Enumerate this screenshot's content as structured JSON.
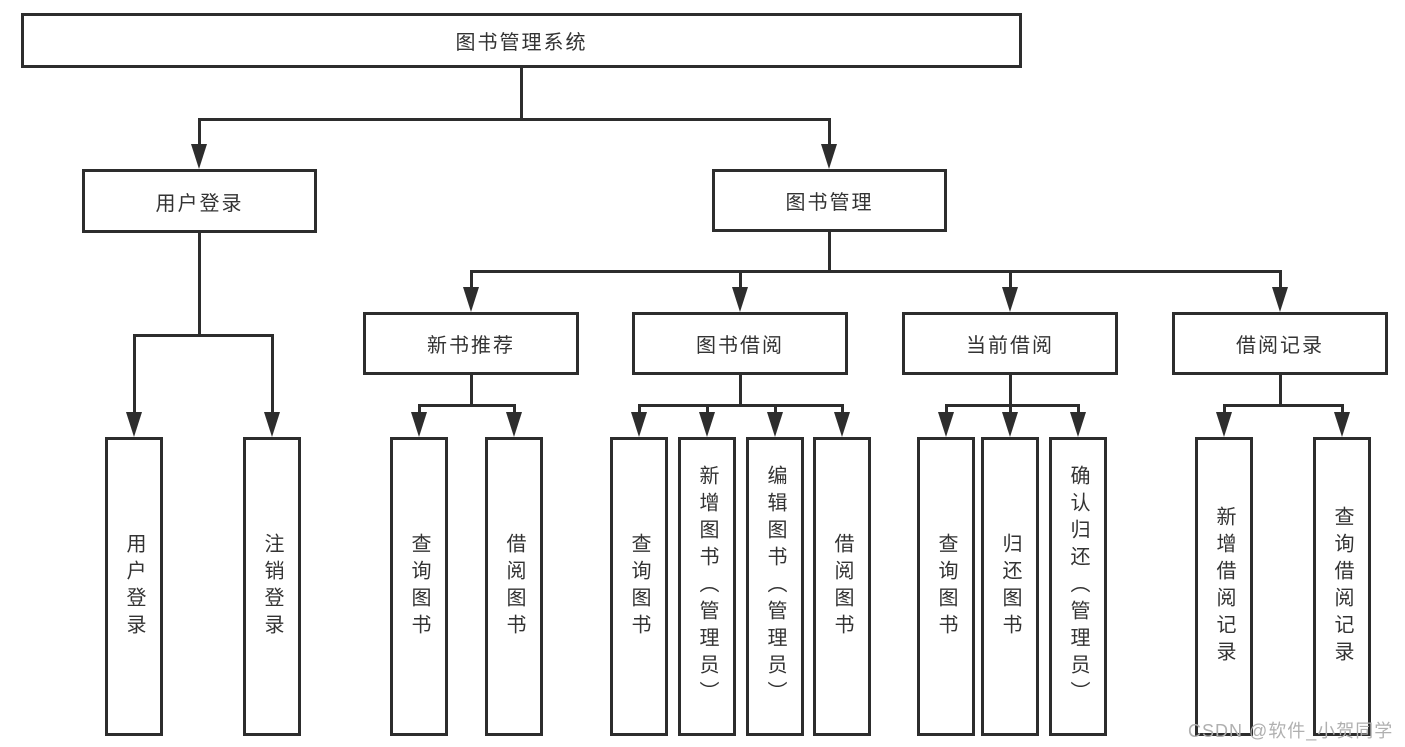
{
  "nodes": {
    "root": "图书管理系统",
    "user_login": "用户登录",
    "book_mgmt": "图书管理",
    "new_book": "新书推荐",
    "book_borrow": "图书借阅",
    "current_borrow": "当前借阅",
    "borrow_records": "借阅记录"
  },
  "leaves": {
    "user_login": [
      "用户登录",
      "注销登录"
    ],
    "new_book": [
      "查询图书",
      "借阅图书"
    ],
    "book_borrow": [
      "查询图书",
      "新增图书（管理员）",
      "编辑图书（管理员）",
      "借阅图书"
    ],
    "current_borrow": [
      "查询图书",
      "归还图书",
      "确认归还（管理员）"
    ],
    "borrow_records": [
      "新增借阅记录",
      "查询借阅记录"
    ]
  },
  "watermark": "CSDN @软件_小贺同学",
  "colors": {
    "line": "#2d2d2d",
    "text": "#333333",
    "watermark_text": "#b0b0b0",
    "background": "#ffffff"
  }
}
